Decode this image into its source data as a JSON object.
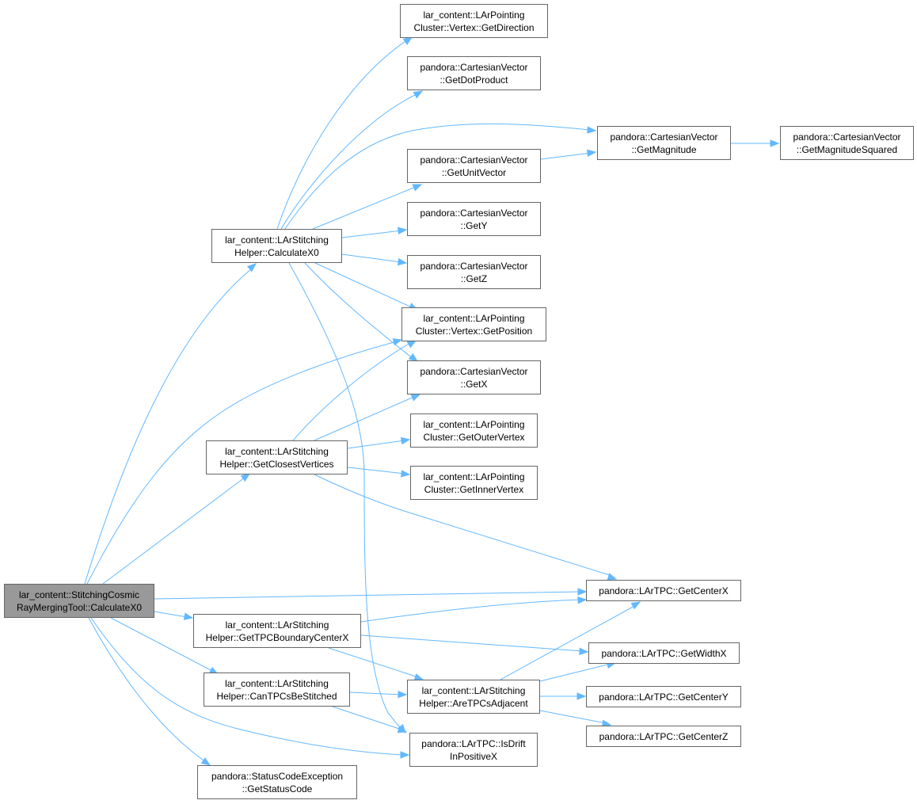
{
  "graph": {
    "nodes": [
      {
        "id": "root",
        "lines": [
          "lar_content::StitchingCosmic",
          "RayMergingTool::CalculateX0"
        ]
      },
      {
        "id": "calcX0",
        "lines": [
          "lar_content::LArStitching",
          "Helper::CalculateX0"
        ]
      },
      {
        "id": "closest",
        "lines": [
          "lar_content::LArStitching",
          "Helper::GetClosestVertices"
        ]
      },
      {
        "id": "tpcBoundary",
        "lines": [
          "lar_content::LArStitching",
          "Helper::GetTPCBoundaryCenterX"
        ]
      },
      {
        "id": "canStitch",
        "lines": [
          "lar_content::LArStitching",
          "Helper::CanTPCsBeStitched"
        ]
      },
      {
        "id": "statusCode",
        "lines": [
          "pandora::StatusCodeException",
          "::GetStatusCode"
        ]
      },
      {
        "id": "getDirection",
        "lines": [
          "lar_content::LArPointing",
          "Cluster::Vertex::GetDirection"
        ]
      },
      {
        "id": "dotProduct",
        "lines": [
          "pandora::CartesianVector",
          "::GetDotProduct"
        ]
      },
      {
        "id": "unitVector",
        "lines": [
          "pandora::CartesianVector",
          "::GetUnitVector"
        ]
      },
      {
        "id": "getY",
        "lines": [
          "pandora::CartesianVector",
          "::GetY"
        ]
      },
      {
        "id": "getZ",
        "lines": [
          "pandora::CartesianVector",
          "::GetZ"
        ]
      },
      {
        "id": "getPosition",
        "lines": [
          "lar_content::LArPointing",
          "Cluster::Vertex::GetPosition"
        ]
      },
      {
        "id": "getX",
        "lines": [
          "pandora::CartesianVector",
          "::GetX"
        ]
      },
      {
        "id": "outerVertex",
        "lines": [
          "lar_content::LArPointing",
          "Cluster::GetOuterVertex"
        ]
      },
      {
        "id": "innerVertex",
        "lines": [
          "lar_content::LArPointing",
          "Cluster::GetInnerVertex"
        ]
      },
      {
        "id": "adjacent",
        "lines": [
          "lar_content::LArStitching",
          "Helper::AreTPCsAdjacent"
        ]
      },
      {
        "id": "isDrift",
        "lines": [
          "pandora::LArTPC::IsDrift",
          "InPositiveX"
        ]
      },
      {
        "id": "magnitude",
        "lines": [
          "pandora::CartesianVector",
          "::GetMagnitude"
        ]
      },
      {
        "id": "magSquared",
        "lines": [
          "pandora::CartesianVector",
          "::GetMagnitudeSquared"
        ]
      },
      {
        "id": "centerX",
        "lines": [
          "pandora::LArTPC::GetCenterX"
        ]
      },
      {
        "id": "widthX",
        "lines": [
          "pandora::LArTPC::GetWidthX"
        ]
      },
      {
        "id": "centerY",
        "lines": [
          "pandora::LArTPC::GetCenterY"
        ]
      },
      {
        "id": "centerZ",
        "lines": [
          "pandora::LArTPC::GetCenterZ"
        ]
      }
    ],
    "edges": [
      [
        "root",
        "calcX0"
      ],
      [
        "root",
        "getPosition"
      ],
      [
        "root",
        "closest"
      ],
      [
        "root",
        "centerX"
      ],
      [
        "root",
        "tpcBoundary"
      ],
      [
        "root",
        "canStitch"
      ],
      [
        "root",
        "isDrift"
      ],
      [
        "root",
        "statusCode"
      ],
      [
        "calcX0",
        "getDirection"
      ],
      [
        "calcX0",
        "dotProduct"
      ],
      [
        "calcX0",
        "magnitude"
      ],
      [
        "calcX0",
        "unitVector"
      ],
      [
        "calcX0",
        "getY"
      ],
      [
        "calcX0",
        "getZ"
      ],
      [
        "calcX0",
        "getPosition"
      ],
      [
        "calcX0",
        "getX"
      ],
      [
        "calcX0",
        "isDrift"
      ],
      [
        "closest",
        "getPosition"
      ],
      [
        "closest",
        "getX"
      ],
      [
        "closest",
        "outerVertex"
      ],
      [
        "closest",
        "innerVertex"
      ],
      [
        "closest",
        "centerX"
      ],
      [
        "tpcBoundary",
        "centerX"
      ],
      [
        "tpcBoundary",
        "widthX"
      ],
      [
        "tpcBoundary",
        "adjacent"
      ],
      [
        "canStitch",
        "adjacent"
      ],
      [
        "canStitch",
        "isDrift"
      ],
      [
        "adjacent",
        "centerX"
      ],
      [
        "adjacent",
        "widthX"
      ],
      [
        "adjacent",
        "centerY"
      ],
      [
        "adjacent",
        "centerZ"
      ],
      [
        "unitVector",
        "magnitude"
      ],
      [
        "magnitude",
        "magSquared"
      ]
    ]
  }
}
